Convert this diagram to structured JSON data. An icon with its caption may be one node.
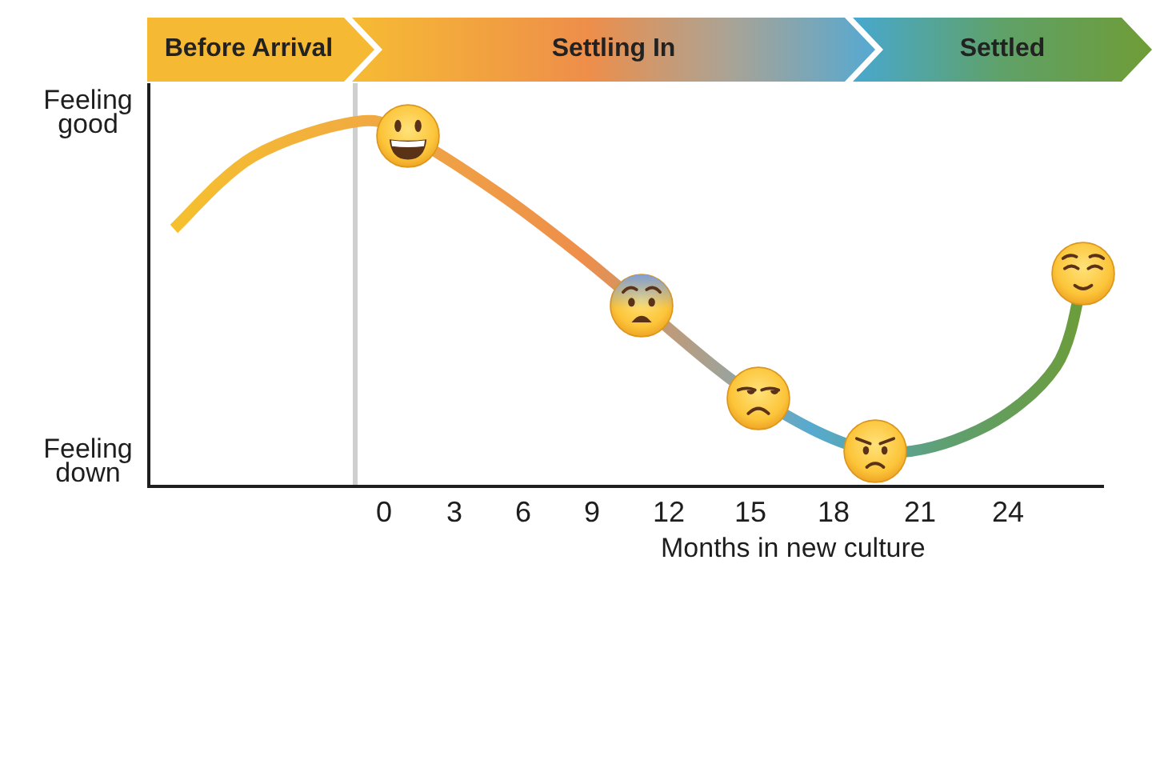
{
  "diagram": {
    "nodes": [
      {
        "text": [
          "Before Arrival"
        ]
      },
      {
        "text": [
          "Settling In"
        ]
      },
      {
        "text": [
          "Settled"
        ]
      }
    ],
    "labels": [
      "Feeling good",
      "Feeling down",
      "0",
      "3",
      "6",
      "9",
      "12",
      "15",
      "18",
      "21",
      "24",
      "Months in new culture"
    ]
  }
}
